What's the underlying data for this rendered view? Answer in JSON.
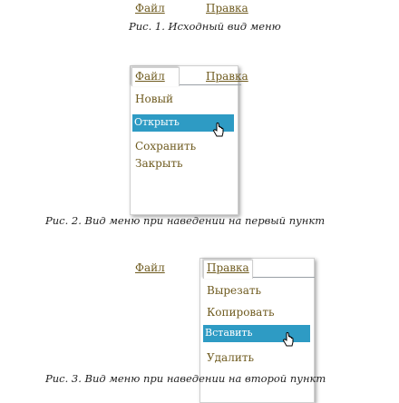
{
  "figure1": {
    "menu_file": "Файл",
    "menu_help": "Правка",
    "caption": "Рис. 1. Исходный вид меню"
  },
  "figure2": {
    "menu_file": "Файл",
    "menu_help": "Правка",
    "items": [
      "Новый",
      "Открыть",
      "Сохранить",
      "Закрыть"
    ],
    "selected_item": "Открыть",
    "caption": "Рис. 2. Вид меню при наведении на первый пункт"
  },
  "figure3": {
    "menu_file": "Файл",
    "menu_help": "Правка",
    "items": [
      "Вырезать",
      "Копировать",
      "Вставить",
      "Удалить"
    ],
    "selected_item": "Вставить",
    "caption": "Рис. 3. Вид меню при наведении на второй пункт"
  },
  "colors": {
    "menu_text": "#6e5a1e",
    "highlight": "#2e9bc4",
    "caption_text": "#222222"
  },
  "icons": {
    "cursor": "hand-pointer-icon"
  }
}
